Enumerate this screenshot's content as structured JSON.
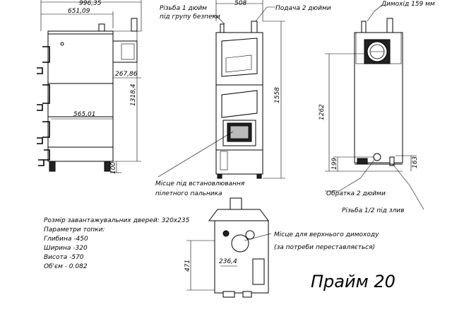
{
  "dimensions": {
    "overall_depth": "996,35",
    "body_depth": "651,09",
    "flue_offset": "267,86",
    "door_depth": "565,01",
    "overall_height": "1318,4",
    "leg_height": "100",
    "front_width": "508",
    "front_height": "1558",
    "flue_height": "1262",
    "return_height": "199",
    "drain_height": "163",
    "top_flue_offset": "236,4",
    "top_depth": "471"
  },
  "labels": {
    "safety_thread": [
      "Різьба 1 дюйм",
      "під групу безпеки"
    ],
    "supply": "Подача 2 дюйми",
    "chimney": "Димохід 159 мм",
    "pellet_burner": [
      "Місце під встановлювання",
      "пілетного пальника"
    ],
    "return": "Обратка 2 дюйми",
    "drain": "Різьба 1/2 під злив",
    "top_chimney": [
      "Місце для верхнього димоходу",
      "(за потреби переставляється)"
    ]
  },
  "specs": [
    "Розмір завантажувальних дверей: 320x235",
    "Параметри топки:",
    "Глибина -450",
    "Ширина -320",
    "Висота -570",
    "Об'єм - 0.082"
  ],
  "title": "Прайм 20"
}
